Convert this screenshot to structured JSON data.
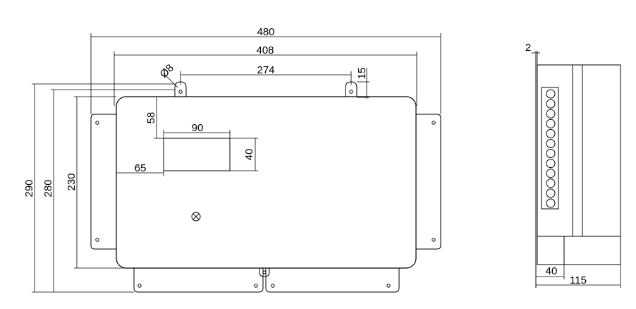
{
  "front_view": {
    "dim_480": "480",
    "dim_408": "408",
    "dim_274": "274",
    "dim_hole": "Ø8",
    "dim_15": "15",
    "dim_58": "58",
    "dim_90": "90",
    "dim_40": "40",
    "dim_65": "65",
    "dim_290": "290",
    "dim_280": "280",
    "dim_230": "230"
  },
  "side_view": {
    "dim_2": "2",
    "dim_40": "40",
    "dim_115": "115",
    "indicator_count": 12
  }
}
